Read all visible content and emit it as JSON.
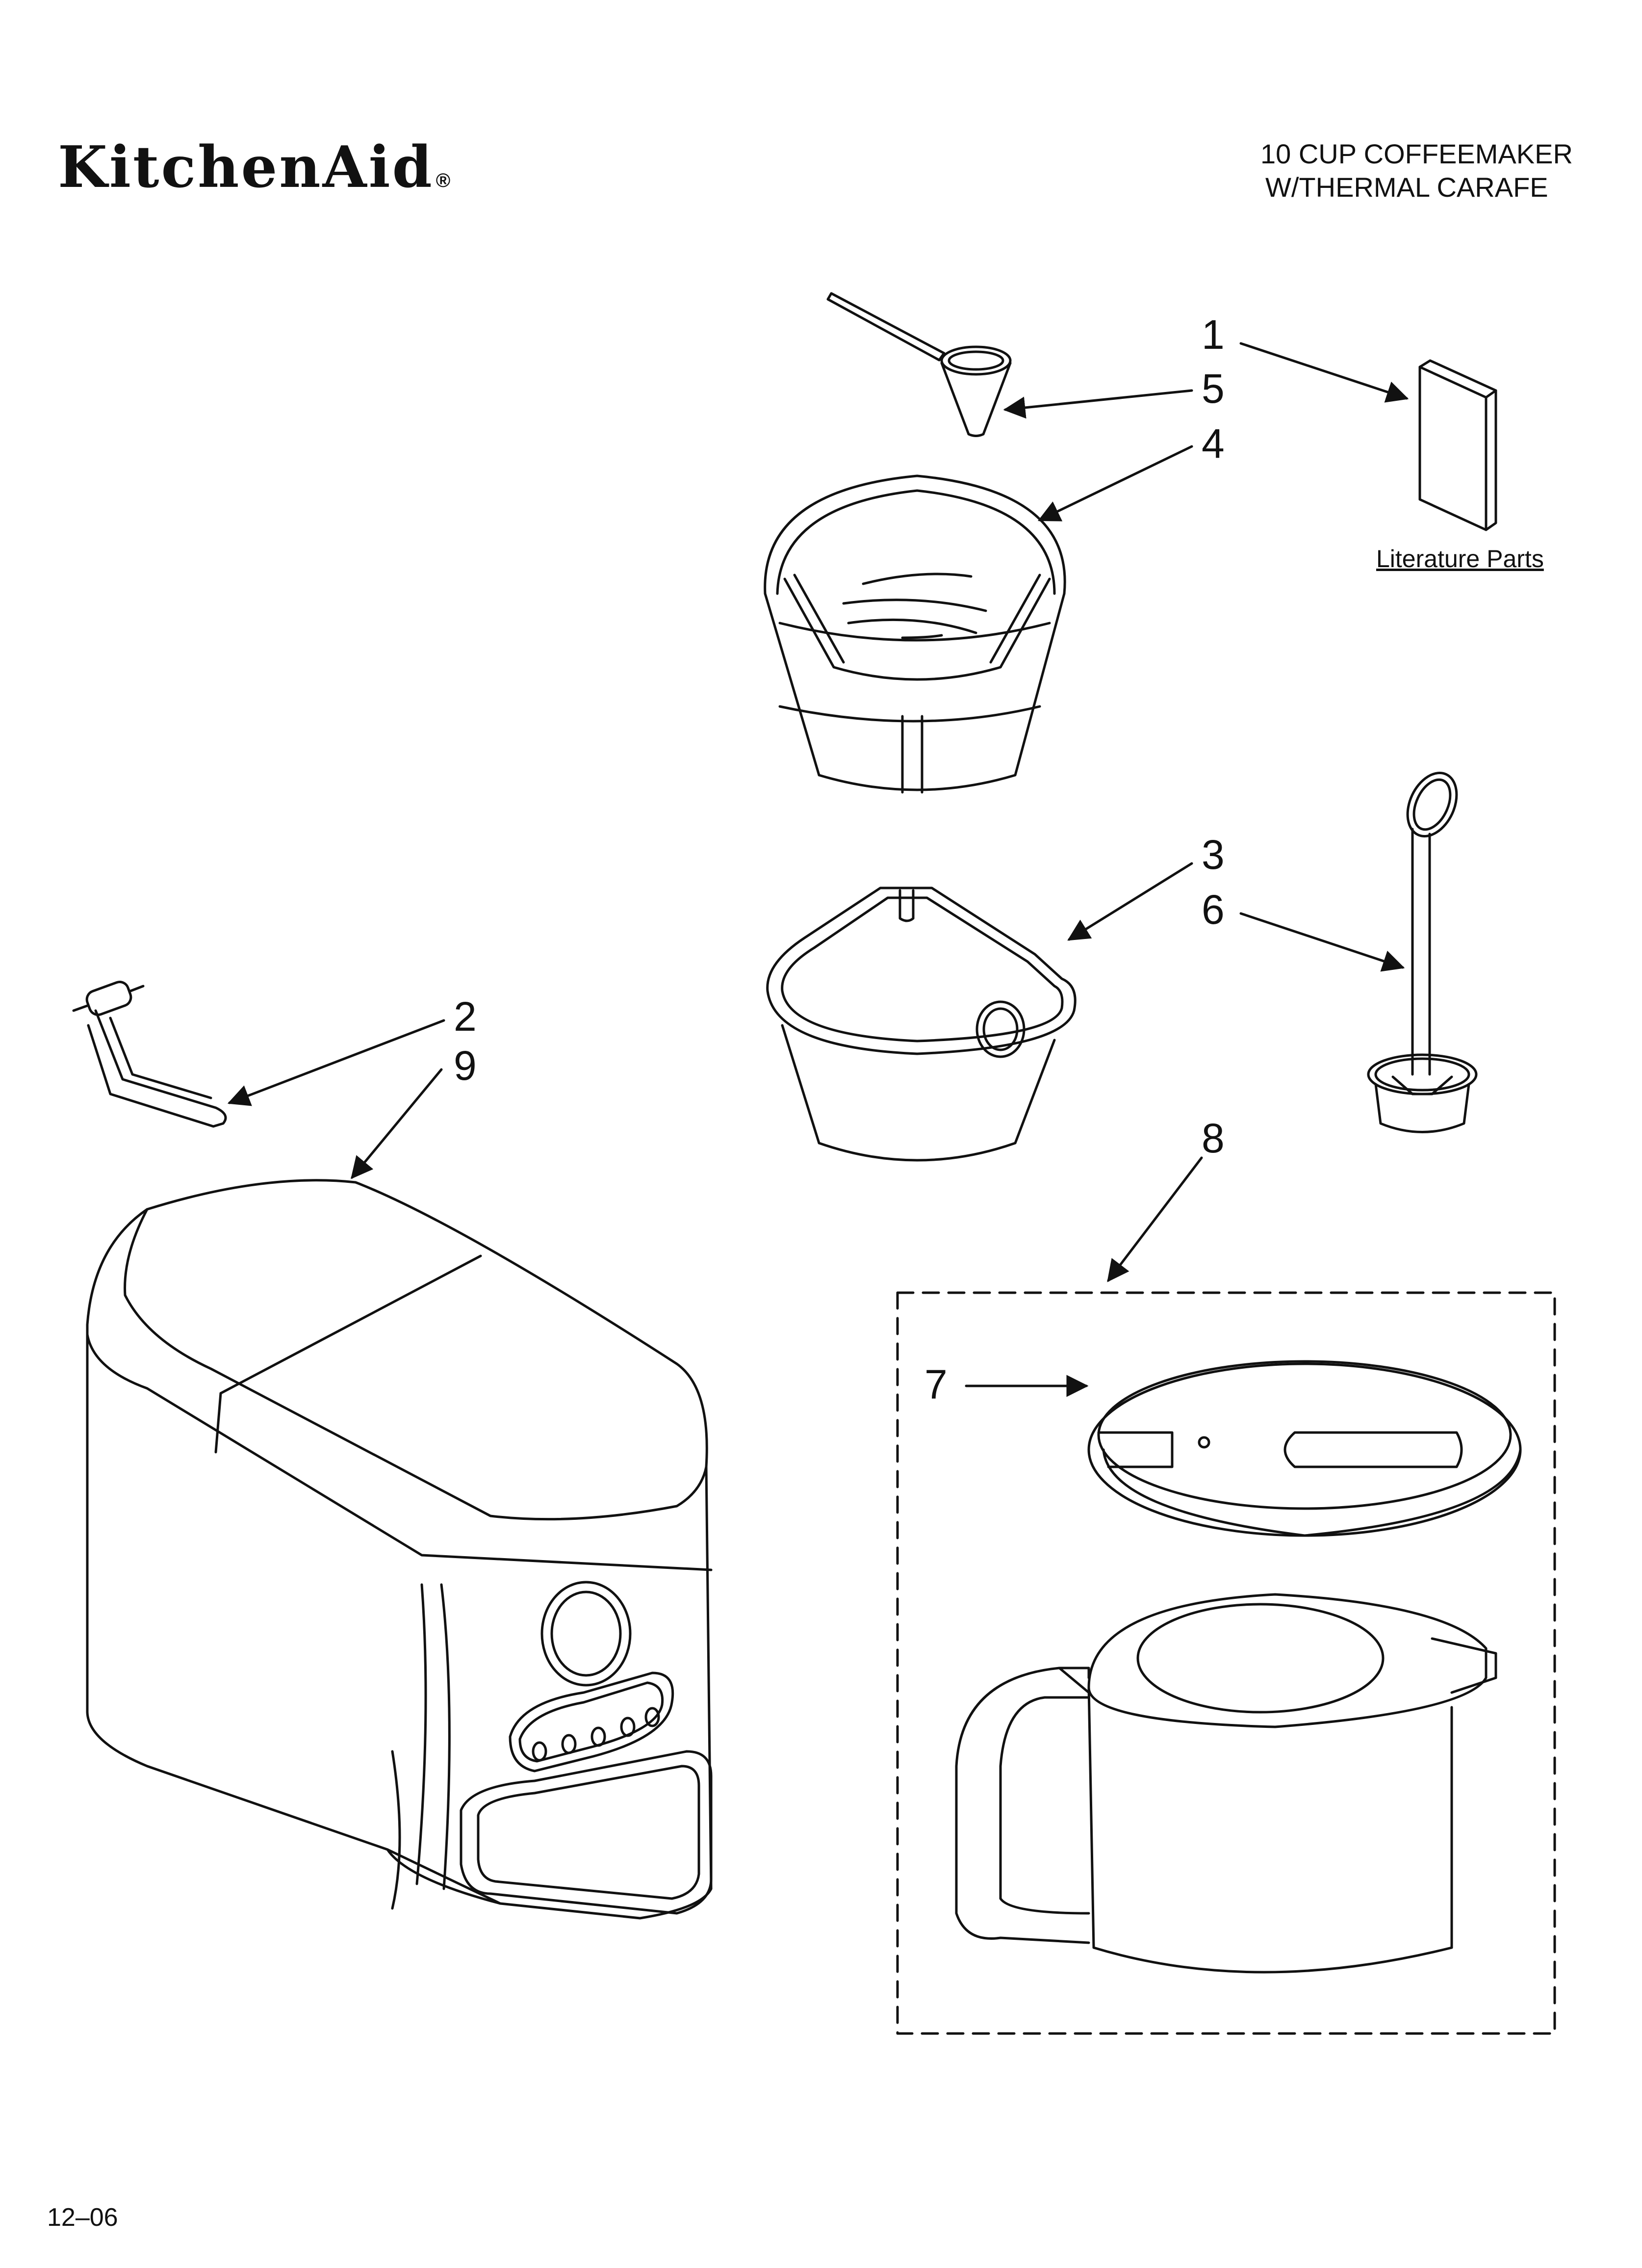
{
  "header": {
    "brand": "KitchenAid",
    "registered": "®",
    "title_line1": "10 CUP COFFEEMAKER",
    "title_line2": "W/THERMAL CARAFE"
  },
  "callouts": {
    "c1": "1",
    "c5": "5",
    "c4": "4",
    "c3": "3",
    "c6": "6",
    "c2": "2",
    "c9": "9",
    "c8": "8",
    "c7": "7"
  },
  "literature_label": "Literature Parts",
  "footer_date": "12–06"
}
